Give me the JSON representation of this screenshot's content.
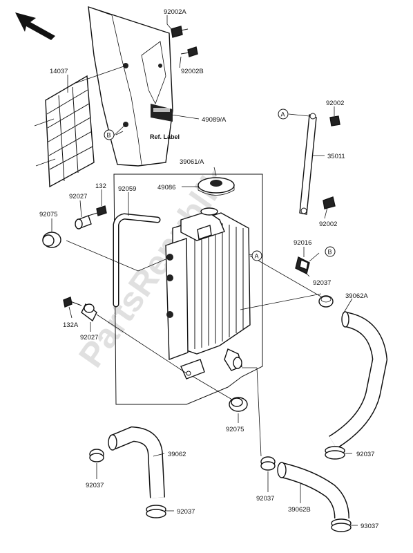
{
  "watermark": "PartsRepublik",
  "ref_label": "Ref. Label",
  "callouts": {
    "c92002A": "92002A",
    "c92002B": "92002B",
    "c14037": "14037",
    "c49089A": "49089/A",
    "c39061A": "39061/A",
    "c49086": "49086",
    "c92002a": "92002",
    "c35011": "35011",
    "c92002b": "92002",
    "c132": "132",
    "c92027a": "92027",
    "c92075a": "92075",
    "c92059": "92059",
    "c92016": "92016",
    "c92037a": "92037",
    "c39062A": "39062A",
    "c132A": "132A",
    "c92027b": "92027",
    "c92075b": "92075",
    "c39062": "39062",
    "c92037b": "92037",
    "c92037c": "92037",
    "c92037d": "92037",
    "c92037e": "92037",
    "c39062B": "39062B",
    "c93037": "93037"
  },
  "ref_marks": {
    "a1": "A",
    "b1": "B",
    "a2": "A",
    "b2": "B"
  }
}
